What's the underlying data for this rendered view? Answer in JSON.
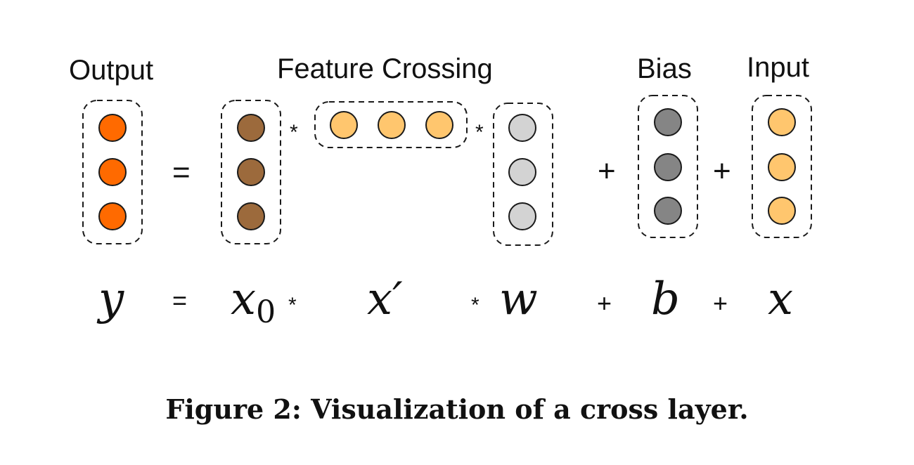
{
  "labels": {
    "output": "Output",
    "feature_crossing": "Feature Crossing",
    "bias": "Bias",
    "input": "Input"
  },
  "operators": {
    "equals": "=",
    "times": "*",
    "plus": "+"
  },
  "equation": {
    "y": "y",
    "x0_base": "x",
    "x0_sub": "0",
    "x_prime": "x′",
    "w": "w",
    "b": "b",
    "x": "x"
  },
  "caption": "Figure 2: Visualization of a cross layer.",
  "colors": {
    "output_node": "#FF6A00",
    "x0_node": "#9C6A3C",
    "x_prime_node": "#FFC66E",
    "weight_node": "#D3D3D3",
    "bias_node": "#858585",
    "input_node": "#FFC66E",
    "stroke": "#1a1a1a"
  }
}
